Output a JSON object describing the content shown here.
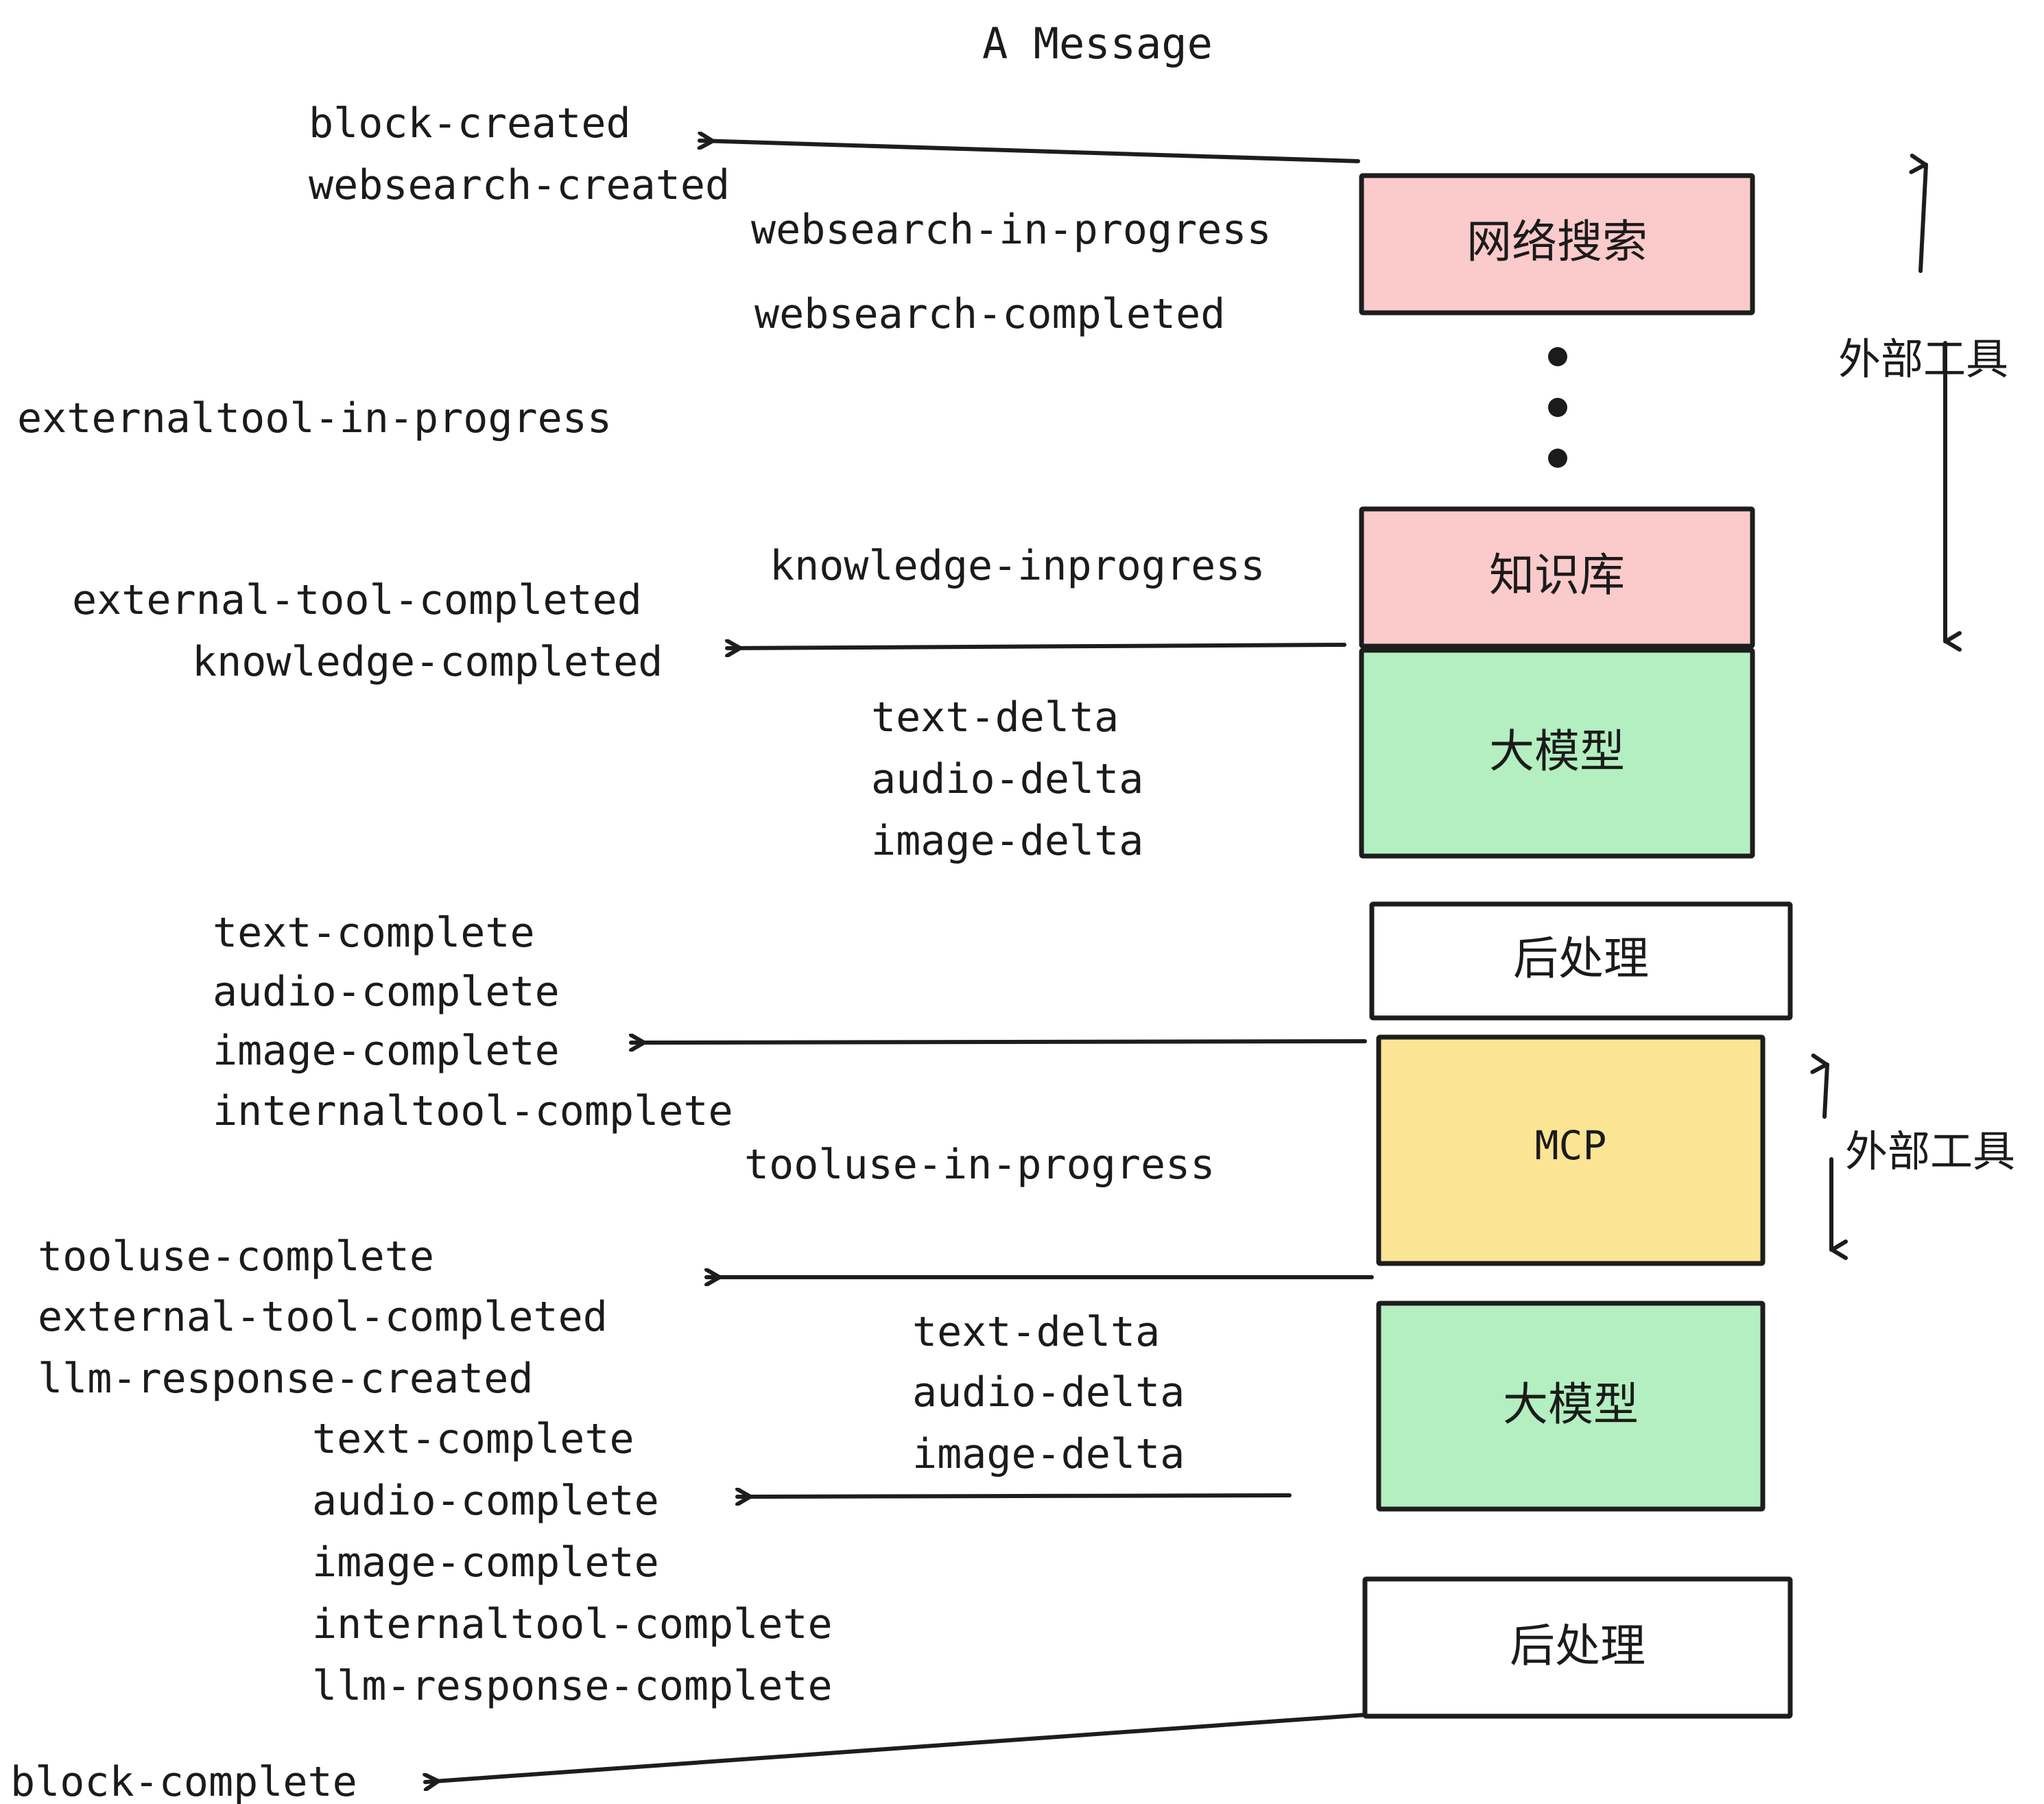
{
  "title": "A Message",
  "colors": {
    "pink": "#fbcaca",
    "green": "#b3efc0",
    "yellow": "#fbe494",
    "white": "#ffffff",
    "stroke": "#1d1d1d",
    "text": "#1b1b1b",
    "background": "#ffffff"
  },
  "boxes": [
    {
      "id": "websearch",
      "label": "网络搜索",
      "color": "pink",
      "script": "cjk"
    },
    {
      "id": "knowledge",
      "label": "知识库",
      "color": "pink",
      "script": "cjk"
    },
    {
      "id": "llm-1",
      "label": "大模型",
      "color": "green",
      "script": "cjk"
    },
    {
      "id": "postprocess-1",
      "label": "后处理",
      "color": "white",
      "script": "cjk"
    },
    {
      "id": "mcp",
      "label": "MCP",
      "color": "yellow",
      "script": "latin"
    },
    {
      "id": "llm-2",
      "label": "大模型",
      "color": "green",
      "script": "cjk"
    },
    {
      "id": "postprocess-2",
      "label": "后处理",
      "color": "white",
      "script": "cjk"
    }
  ],
  "side_labels": [
    {
      "id": "external-tools-top",
      "text": "外部工具"
    },
    {
      "id": "external-tools-bottom",
      "text": "外部工具"
    }
  ],
  "events": [
    {
      "id": "block-created",
      "text": "block-created"
    },
    {
      "id": "websearch-created",
      "text": "websearch-created"
    },
    {
      "id": "websearch-in-progress",
      "text": "websearch-in-progress"
    },
    {
      "id": "websearch-completed",
      "text": "websearch-completed"
    },
    {
      "id": "externaltool-in-progress",
      "text": "externaltool-in-progress"
    },
    {
      "id": "knowledge-inprogress",
      "text": "knowledge-inprogress"
    },
    {
      "id": "external-tool-completed-1",
      "text": "external-tool-completed"
    },
    {
      "id": "knowledge-completed",
      "text": "knowledge-completed"
    },
    {
      "id": "text-delta-1",
      "text": "text-delta"
    },
    {
      "id": "audio-delta-1",
      "text": "audio-delta"
    },
    {
      "id": "image-delta-1",
      "text": "image-delta"
    },
    {
      "id": "text-complete-1",
      "text": "text-complete"
    },
    {
      "id": "audio-complete-1",
      "text": "audio-complete"
    },
    {
      "id": "image-complete-1",
      "text": "image-complete"
    },
    {
      "id": "internaltool-complete-1",
      "text": "internaltool-complete"
    },
    {
      "id": "tooluse-in-progress",
      "text": "tooluse-in-progress"
    },
    {
      "id": "tooluse-complete",
      "text": "tooluse-complete"
    },
    {
      "id": "external-tool-completed-2",
      "text": "external-tool-completed"
    },
    {
      "id": "llm-response-created",
      "text": "llm-response-created"
    },
    {
      "id": "text-delta-2",
      "text": "text-delta"
    },
    {
      "id": "audio-delta-2",
      "text": "audio-delta"
    },
    {
      "id": "image-delta-2",
      "text": "image-delta"
    },
    {
      "id": "text-complete-2",
      "text": "text-complete"
    },
    {
      "id": "audio-complete-2",
      "text": "audio-complete"
    },
    {
      "id": "image-complete-2",
      "text": "image-complete"
    },
    {
      "id": "internaltool-complete-2",
      "text": "internaltool-complete"
    },
    {
      "id": "llm-response-complete",
      "text": "llm-response-complete"
    },
    {
      "id": "block-complete",
      "text": "block-complete"
    }
  ],
  "ellipsis": {
    "id": "vertical-ellipsis",
    "dots": 3
  }
}
